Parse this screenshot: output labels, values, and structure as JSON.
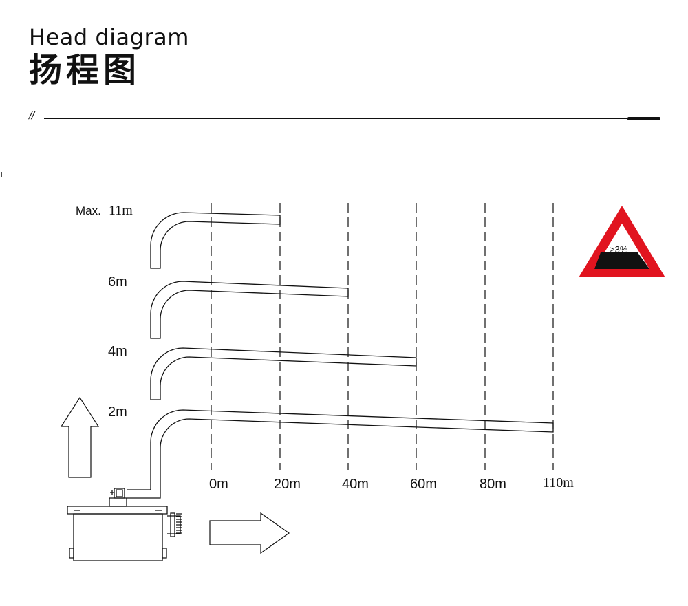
{
  "header": {
    "title_en": "Head diagram",
    "title_zh": "扬程图",
    "divider_mark": "//"
  },
  "diagram": {
    "head_labels": [
      {
        "text": "Max.",
        "value": "11m"
      },
      {
        "text": "6m"
      },
      {
        "text": "4m"
      },
      {
        "text": "2m"
      }
    ],
    "distance_labels": [
      "0m",
      "20m",
      "40m",
      "60m",
      "80m",
      "110m"
    ],
    "slope_sign": {
      "label": ">3%",
      "color": "#e1141f"
    },
    "arrows": [
      "up-arrow-icon",
      "right-arrow-icon"
    ],
    "pump": "pump-unit-icon"
  }
}
